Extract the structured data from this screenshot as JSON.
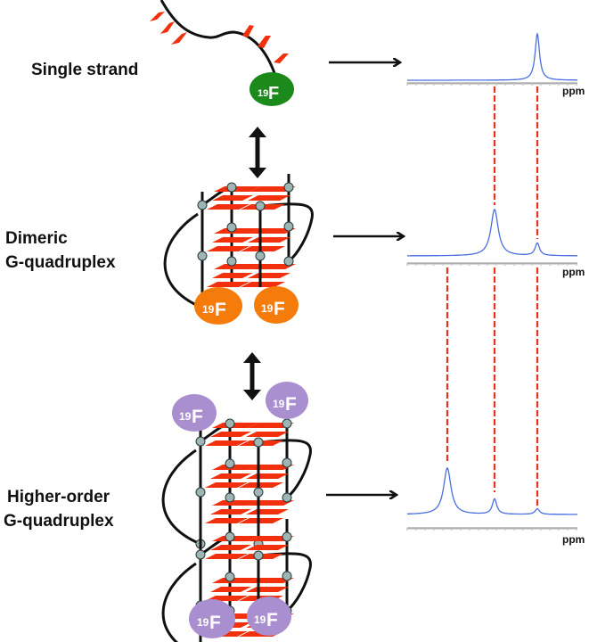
{
  "states": [
    {
      "id": "single",
      "label_lines": [
        "Single strand"
      ],
      "fluor_label": {
        "iso": "19",
        "el": "F"
      },
      "fluor_color": "#1b8a1b",
      "fluor_count": 1
    },
    {
      "id": "dimer",
      "label_lines": [
        "Dimeric",
        "G-quadruplex"
      ],
      "fluor_label": {
        "iso": "19",
        "el": "F"
      },
      "fluor_color": "#f57c0a",
      "fluor_count": 2
    },
    {
      "id": "higher",
      "label_lines": [
        "Higher-order",
        "G-quadruplex"
      ],
      "fluor_label": {
        "iso": "19",
        "el": "F"
      },
      "fluor_color": "#a98fcf",
      "fluor_count": 4
    }
  ],
  "colors": {
    "spectrum_line": "#4a6ee0",
    "guide_line": "#e8311e",
    "g_tetrad": "#f2300e",
    "backbone": "#111111",
    "node": "#9db5b5"
  },
  "spectra": {
    "axis_unit": "ppm",
    "peak_positions": [
      "A",
      "B",
      "C"
    ],
    "panels": [
      {
        "state": "single",
        "peaks": [
          {
            "pos": "C",
            "height": 1.0,
            "width": "narrow"
          }
        ]
      },
      {
        "state": "dimer",
        "peaks": [
          {
            "pos": "B",
            "height": 1.0,
            "width": "broad"
          },
          {
            "pos": "C",
            "height": 0.27,
            "width": "narrow"
          }
        ]
      },
      {
        "state": "higher",
        "peaks": [
          {
            "pos": "A",
            "height": 1.0,
            "width": "broad"
          },
          {
            "pos": "B",
            "height": 0.33,
            "width": "narrow"
          },
          {
            "pos": "C",
            "height": 0.12,
            "width": "narrow"
          }
        ]
      }
    ]
  },
  "equilibrium_arrows": 2
}
